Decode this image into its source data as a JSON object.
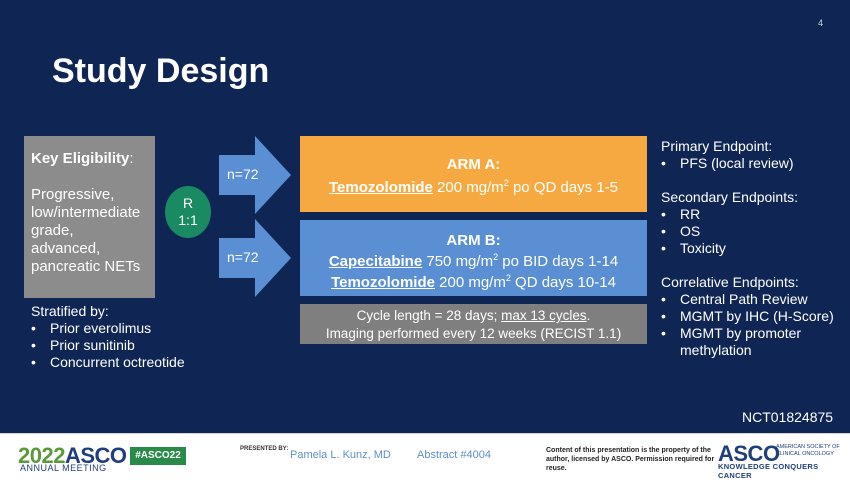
{
  "slide": {
    "page_number": "4",
    "title": "Study Design",
    "eligibility": {
      "heading": "Key Eligibility",
      "colon": ":",
      "lines": [
        "Progressive,",
        "low/intermediate",
        "grade,",
        "advanced,",
        "pancreatic NETs"
      ]
    },
    "randomization": {
      "line1": "R",
      "line2": "1:1"
    },
    "arrow_a_label": "n=72",
    "arrow_b_label": "n=72",
    "arm_a": {
      "title": "ARM A:",
      "drug": "Temozolomide",
      "dose_pre": " 200 mg/m",
      "sup": "2",
      "dose_post": " po QD days 1-5"
    },
    "arm_b": {
      "title": "ARM B:",
      "drug1": "Capecitabine",
      "dose1_pre": " 750 mg/m",
      "sup1": "2",
      "dose1_post": " po BID days 1-14",
      "drug2": "Temozolomide",
      "dose2_pre": " 200 mg/m",
      "sup2": "2",
      "dose2_post": " QD days 10-14"
    },
    "cycle": {
      "line1_pre": "Cycle length = 28 days; ",
      "line1_underlined": "max 13 cycles",
      "line1_post": ".",
      "line2": "Imaging performed every 12 weeks (RECIST 1.1)"
    },
    "stratified": {
      "heading": "Stratified by:",
      "items": [
        "Prior everolimus",
        "Prior sunitinib",
        "Concurrent octreotide"
      ]
    },
    "endpoints": {
      "primary_heading": "Primary Endpoint:",
      "primary_items": [
        "PFS (local review)"
      ],
      "secondary_heading": "Secondary Endpoints:",
      "secondary_items": [
        "RR",
        "OS",
        "Toxicity"
      ],
      "correlative_heading": "Correlative Endpoints:",
      "correlative_items": [
        "Central Path Review",
        "MGMT by IHC (H-Score)",
        "MGMT by promoter methylation"
      ]
    },
    "nct": "NCT01824875"
  },
  "footer": {
    "year": "2022",
    "asco": "ASCO",
    "annual_meeting": "ANNUAL MEETING",
    "hashtag": "#ASCO22",
    "presented_by": "PRESENTED BY:",
    "presenter": "Pamela L. Kunz, MD",
    "abstract": "Abstract #4004",
    "rights": "Content of this presentation is the property of the author, licensed by ASCO. Permission required for reuse.",
    "logo_asco": "ASCO",
    "logo_society": "AMERICAN SOCIETY OF CLINICAL ONCOLOGY",
    "logo_tagline": "KNOWLEDGE CONQUERS CANCER"
  },
  "colors": {
    "background": "#0f2654",
    "arm_a": "#f5a940",
    "arm_b": "#5b8fd4",
    "eligibility_box": "#8c8c8c",
    "randomization": "#1a8a62",
    "arrow": "#5b8fd4"
  }
}
